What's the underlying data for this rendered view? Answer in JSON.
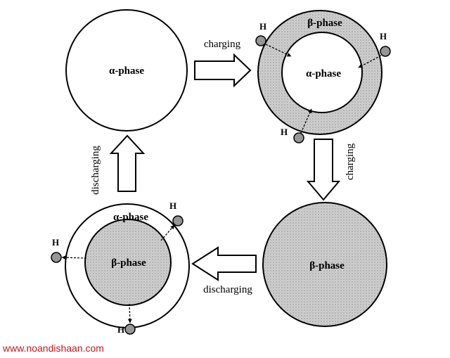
{
  "labels": {
    "alpha_phase": "α-phase",
    "beta_phase": "β-phase",
    "charging": "charging",
    "discharging": "discharging",
    "hydrogen": "H"
  },
  "watermark": "www.noandishaan.com",
  "colors": {
    "beta_fill": "#c8c8c8",
    "alpha_fill": "#ffffff",
    "hydrogen_fill": "#9a9a9a",
    "line": "#000000",
    "watermark": "#c4161c"
  }
}
